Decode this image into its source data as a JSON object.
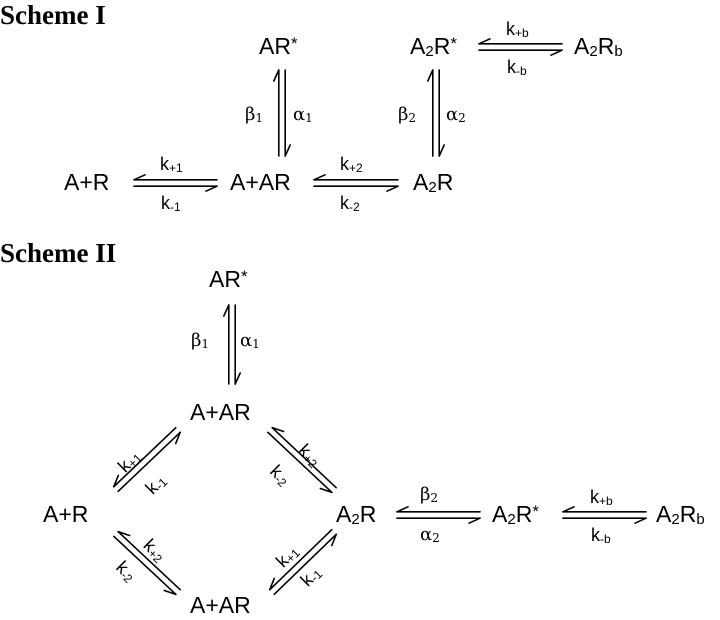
{
  "scheme1": {
    "title": "Scheme I",
    "species": {
      "a_r": "A+R",
      "a_ar": "A+AR",
      "ar_star": "AR*",
      "a2r": "A₂R",
      "a2r_star": "A₂R*",
      "a2rb": "A₂R_b"
    },
    "rates": {
      "k_plus1": "k+1",
      "k_minus1": "k-1",
      "k_plus2": "k+2",
      "k_minus2": "k-2",
      "beta1": "β1",
      "alpha1": "α1",
      "beta2": "β2",
      "alpha2": "α2",
      "k_plus_b": "k+b",
      "k_minus_b": "k-b"
    }
  },
  "scheme2": {
    "title": "Scheme II",
    "species": {
      "ar_star": "AR*",
      "a_ar_top": "A+AR",
      "a_r": "A+R",
      "a2r": "A₂R",
      "a2r_star": "A₂R*",
      "a2rb": "A₂R_b",
      "a_ar_bottom": "A+AR"
    },
    "rates": {
      "beta1": "β1",
      "alpha1": "α1",
      "upper_left_forward": "k+1",
      "upper_left_backward": "k-1",
      "upper_right_forward": "k+2",
      "upper_right_backward": "k-2",
      "lower_left_forward": "k+2",
      "lower_left_backward": "k-2",
      "lower_right_forward": "k+1",
      "lower_right_backward": "k-1",
      "beta2": "β2",
      "alpha2": "α2",
      "k_plus_b": "k+b",
      "k_minus_b": "k-b"
    }
  }
}
